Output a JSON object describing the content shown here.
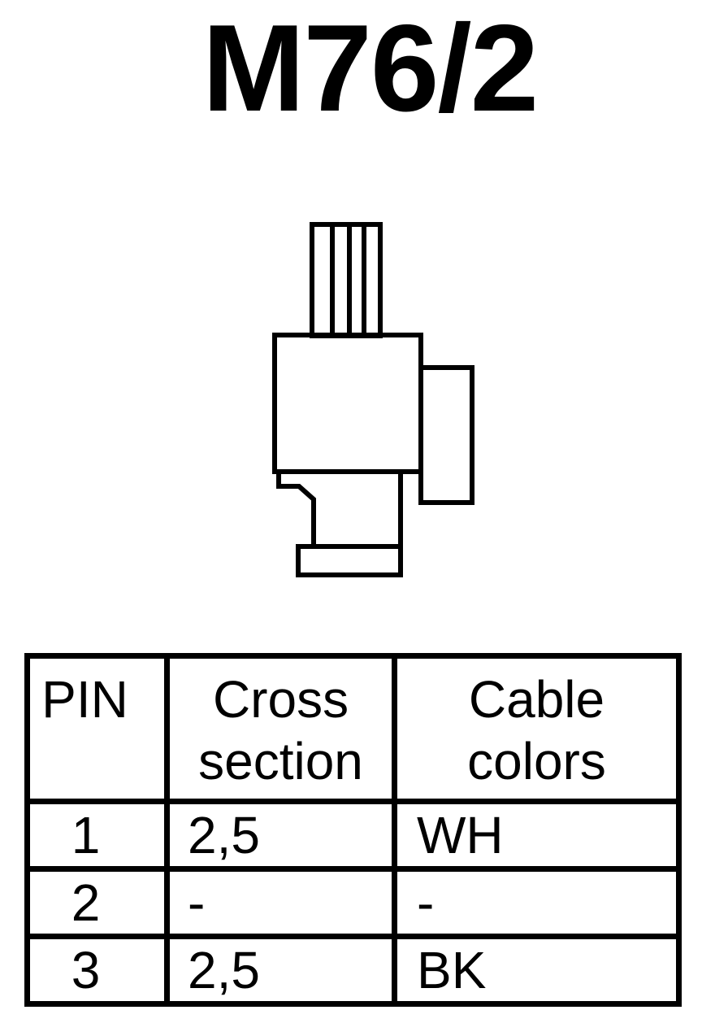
{
  "title": "M76/2",
  "table": {
    "headers": {
      "pin": "PIN",
      "cross_section": [
        "Cross",
        "section"
      ],
      "cable_colors": [
        "Cable",
        "colors"
      ]
    },
    "rows": [
      {
        "pin": "1",
        "cross_section": "2,5",
        "color": "WH"
      },
      {
        "pin": "2",
        "cross_section": "-",
        "color": "-"
      },
      {
        "pin": "3",
        "cross_section": "2,5",
        "color": "BK"
      }
    ]
  }
}
